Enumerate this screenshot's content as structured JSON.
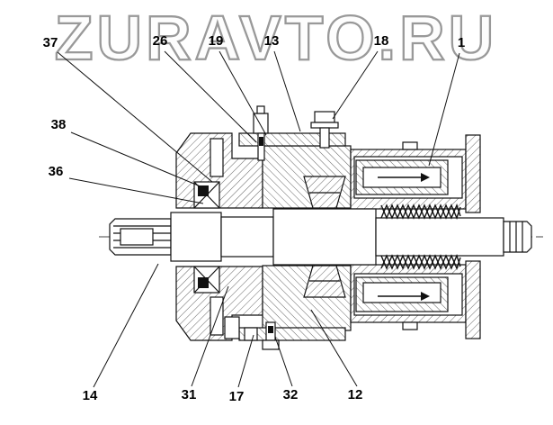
{
  "watermark": {
    "text": "ZURAVTO.RU"
  },
  "colors": {
    "watermark_outline": "#999999",
    "watermark_fill": "#fdfdfd",
    "drawing_line": "#111111"
  },
  "labels": [
    {
      "id": "37"
    },
    {
      "id": "26"
    },
    {
      "id": "19"
    },
    {
      "id": "13"
    },
    {
      "id": "18"
    },
    {
      "id": "1"
    },
    {
      "id": "38"
    },
    {
      "id": "36"
    },
    {
      "id": "14"
    },
    {
      "id": "31"
    },
    {
      "id": "17"
    },
    {
      "id": "32"
    },
    {
      "id": "12"
    }
  ]
}
